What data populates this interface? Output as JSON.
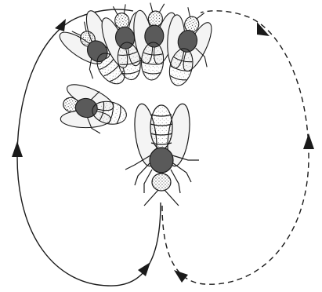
{
  "diagram": {
    "subject": "waggle-dance",
    "colors": {
      "background": "#ffffff",
      "ink": "#1a1a1a",
      "wing_fill": "#f4f4f4",
      "body_fill": "#d9d9d9",
      "shade_fill": "#5a5a5a"
    },
    "paths": [
      {
        "name": "left-return-loop",
        "style": "solid",
        "direction": "counterclockwise"
      },
      {
        "name": "right-return-loop",
        "style": "dashed",
        "direction": "clockwise"
      }
    ],
    "figures": [
      {
        "name": "dancing-bee",
        "role": "dancer"
      },
      {
        "name": "follower-bee",
        "role": "follower",
        "count": 5
      }
    ]
  }
}
